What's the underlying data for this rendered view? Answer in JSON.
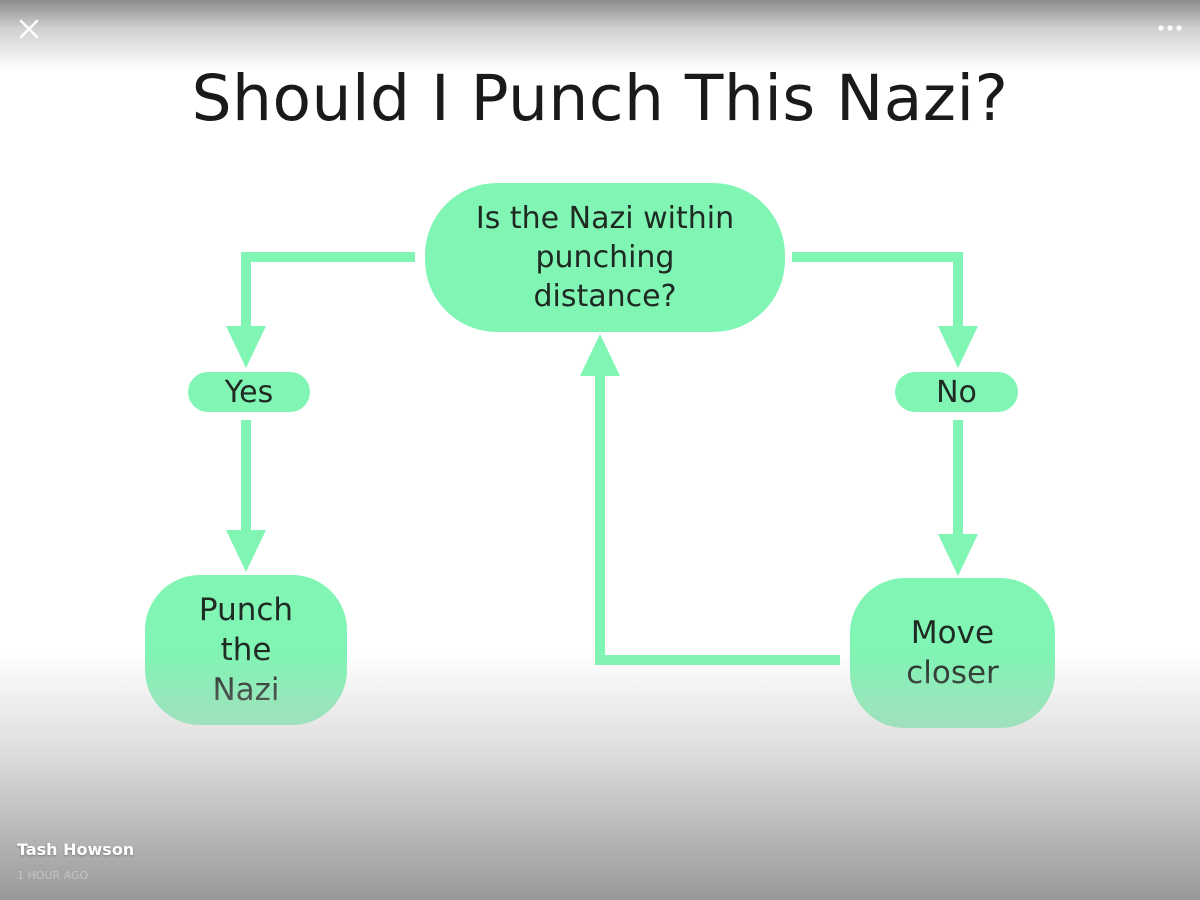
{
  "viewer": {
    "close_icon": "close-icon",
    "more_icon": "more-options-icon"
  },
  "post": {
    "author": "Tash Howson",
    "time": "1 HOUR AGO"
  },
  "flowchart": {
    "title": "Should I Punch This Nazi?",
    "node_color": "#80f5b4",
    "question": "Is the Nazi within punching distance?",
    "yes": "Yes",
    "no": "No",
    "yes_outcome": "Punch the Nazi",
    "no_outcome": "Move closer"
  }
}
